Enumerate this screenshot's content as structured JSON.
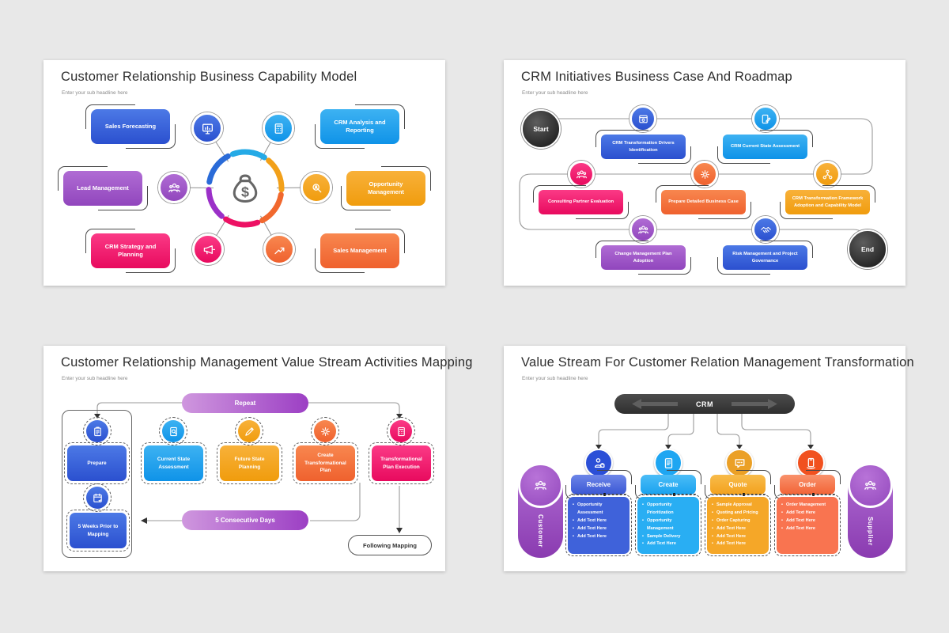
{
  "page": {
    "background": "#e8e8e8"
  },
  "slides": {
    "capability": {
      "title": "Customer Relationship Business Capability Model",
      "subtitle": "Enter your sub headline here",
      "center_icon": "money-bag-icon",
      "items": [
        {
          "label": "Sales Forecasting",
          "color": "#3563d8",
          "icon": "presentation-chart-icon"
        },
        {
          "label": "Lead Management",
          "color": "#a35fc8",
          "icon": "people-group-icon"
        },
        {
          "label": "CRM Strategy and Planning",
          "color": "#f5136d",
          "icon": "megaphone-icon"
        },
        {
          "label": "CRM Analysis and Reporting",
          "color": "#1ba0ef",
          "icon": "report-document-icon"
        },
        {
          "label": "Opportunity Management",
          "color": "#f5a41c",
          "icon": "magnifier-icon"
        },
        {
          "label": "Sales Management",
          "color": "#f4713c",
          "icon": "growth-chart-icon"
        }
      ]
    },
    "roadmap": {
      "title": "CRM Initiatives Business Case And Roadmap",
      "subtitle": "Enter your sub headline here",
      "start_label": "Start",
      "end_label": "End",
      "steps": [
        {
          "label": "CRM Transformation Drivers Identification",
          "color": "#3c63dd",
          "icon": "browser-window-icon"
        },
        {
          "label": "CRM Current State Assessment",
          "color": "#1ba4f2",
          "icon": "document-edit-icon"
        },
        {
          "label": "Consulting Partner Evaluation",
          "color": "#ee1668",
          "icon": "consultant-icon"
        },
        {
          "label": "Prepare Detailed Business Case",
          "color": "#f4713c",
          "icon": "gear-person-icon"
        },
        {
          "label": "CRM Transformation Framework Adoption and Capability Model",
          "color": "#f5a41c",
          "icon": "hierarchy-icon"
        },
        {
          "label": "Change Management Plan Adoption",
          "color": "#a55fc8",
          "icon": "team-icon"
        },
        {
          "label": "Risk Management and Project Governance",
          "color": "#3560d6",
          "icon": "handshake-icon"
        }
      ]
    },
    "mapping": {
      "title": "Customer Relationship Management Value Stream Activities Mapping",
      "subtitle": "Enter your sub headline here",
      "repeat_label": "Repeat",
      "consecutive_label": "5 Consecutive Days",
      "following_label": "Following Mapping",
      "weeks_label": "5 Weeks Prior to Mapping",
      "steps": [
        {
          "label": "Prepare",
          "color": "#3b5fdd",
          "icon": "clipboard-icon"
        },
        {
          "label": "Current State Assessment",
          "color": "#1ba4f2",
          "icon": "document-search-icon"
        },
        {
          "label": "Future State Planning",
          "color": "#f0a513",
          "icon": "pencil-planning-icon"
        },
        {
          "label": "Create Transformational Plan",
          "color": "#f46c33",
          "icon": "strategy-gear-icon"
        },
        {
          "label": "Transformational Plan Execution",
          "color": "#ee1668",
          "icon": "calculator-icon"
        }
      ]
    },
    "valuestream": {
      "title": "Value Stream For Customer Relation Management Transformation",
      "subtitle": "Enter your sub headline here",
      "header_label": "CRM",
      "customer_label": "Customer",
      "supplier_label": "Supplier",
      "columns": [
        {
          "label": "Receive",
          "color": "#3f62da",
          "icon": "businessman-icon",
          "items": [
            "Opportunity Assessment",
            "Add Text Here",
            "Add Text Here",
            "Add Text Here"
          ]
        },
        {
          "label": "Create",
          "color": "#29aef3",
          "icon": "document-icon",
          "items": [
            "Opportunity Prioritization",
            "Opportunity Management",
            "Sample Delivery",
            "Add Text Here"
          ]
        },
        {
          "label": "Quote",
          "color": "#f5a728",
          "icon": "chat-bubble-icon",
          "items": [
            "Sample Approval",
            "Quoting and Pricing",
            "Order Capturing",
            "Add Text Here",
            "Add Text Here",
            "Add Text Here"
          ]
        },
        {
          "label": "Order",
          "color": "#f4713c",
          "icon": "mobile-order-icon",
          "items": [
            "Order Management",
            "Add Text Here",
            "Add Text Here",
            "Add Text Here"
          ]
        }
      ]
    }
  }
}
